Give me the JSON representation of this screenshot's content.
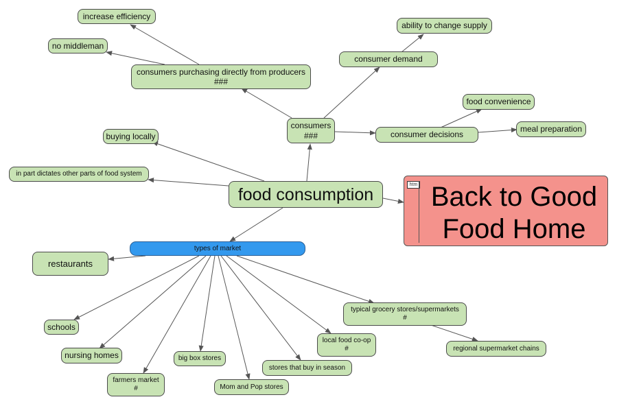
{
  "nodes": {
    "increase_efficiency": "increase efficiency",
    "no_middleman": "no middleman",
    "consumers_purchasing": "consumers purchasing directly from producers",
    "consumers_purchasing_sub": "###",
    "consumer_demand": "consumer demand",
    "ability_change_supply": "ability to change supply",
    "food_convenience": "food convenience",
    "meal_preparation": "meal preparation",
    "consumers": "consumers",
    "consumers_sub": "###",
    "consumer_decisions": "consumer decisions",
    "buying_locally": "buying locally",
    "in_part_dictates": "in part dictates other parts of food system",
    "food_consumption": "food consumption",
    "types_of_market": "types of market",
    "restaurants": "restaurants",
    "schools": "schools",
    "nursing_homes": "nursing homes",
    "farmers_market": "farmers market",
    "farmers_market_sub": "#",
    "big_box_stores": "big box stores",
    "mom_and_pop": "Mom and Pop stores",
    "stores_in_season": "stores that buy in season",
    "local_food_coop": "local food co-op",
    "local_food_coop_sub": "#",
    "typical_grocery": "typical grocery stores/supermarkets",
    "typical_grocery_sub": "#",
    "regional_chains": "regional supermarket chains"
  },
  "home_link": {
    "tag": "htm",
    "line1": "Back to Good",
    "line2": "Food Home"
  },
  "colors": {
    "concept": "#c8e3b4",
    "hub": "#3399ee",
    "link_node": "#f4928c",
    "edge": "#555555"
  }
}
